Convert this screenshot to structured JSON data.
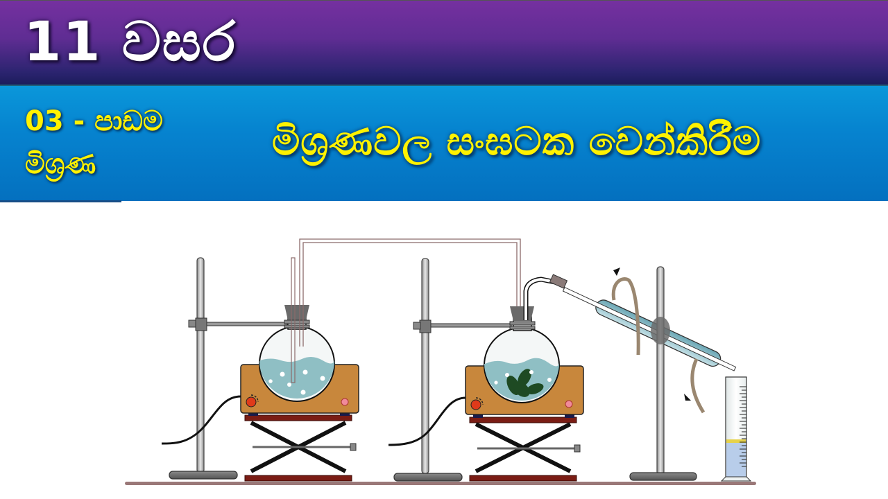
{
  "banner": {
    "grade_label": "11 වසර",
    "lesson_number_label": "03 - පාඩම",
    "lesson_name": "මිශ්‍රණ",
    "title": "මිශ්‍රණවල සංඝටක වෙන්කිරීම"
  },
  "colors": {
    "top_band": "#6a2f9c",
    "sub_band": "#0683cf",
    "title_text": "#fff200",
    "grade_text": "#ffffff",
    "hot_plate": "#c8873c",
    "water": "#8fbfc4",
    "leaves": "#1e4a23",
    "jack_plate": "#7a1c14",
    "bench": "#9a7878"
  },
  "illustration": {
    "subject": "steam distillation apparatus",
    "components": [
      "retort-stand-left",
      "steam-generator-flask",
      "hot-plate-left",
      "lab-jack-left",
      "delivery-tube",
      "retort-stand-middle",
      "plant-material-flask",
      "hot-plate-right",
      "lab-jack-right",
      "liebig-condenser",
      "retort-stand-right",
      "water-inlet-hose",
      "water-outlet-hose",
      "measuring-cylinder"
    ]
  }
}
